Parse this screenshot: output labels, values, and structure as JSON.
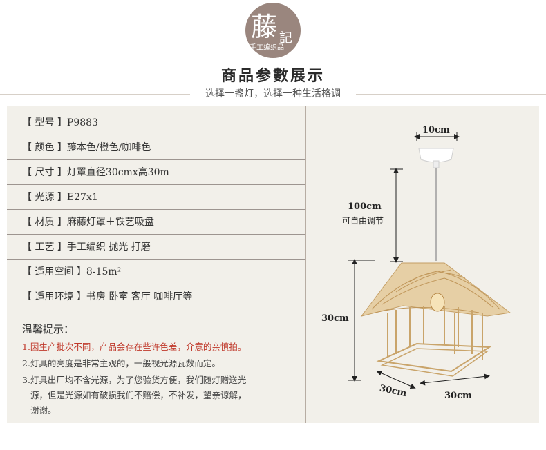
{
  "logo": {
    "main": "藤",
    "side": "記",
    "sub": "手工编织品"
  },
  "header": {
    "title": "商品参數展示",
    "subtitle": "选择一盏灯，选择一种生活格调"
  },
  "specs": [
    {
      "label": "【 型号 】",
      "value": "P9883"
    },
    {
      "label": "【 颜色 】",
      "value": "藤本色/橙色/咖啡色"
    },
    {
      "label": "【 尺寸 】",
      "value": "灯罩直径30cmx高30m"
    },
    {
      "label": "【 光源 】",
      "value": "E27x1"
    },
    {
      "label": "【 材质 】",
      "value": "麻藤灯罩＋铁艺吸盘"
    },
    {
      "label": "【 工艺 】",
      "value": "手工编织 抛光 打磨"
    },
    {
      "label": "【 适用空间 】",
      "value": "8-15m²"
    },
    {
      "label": "【 适用环境 】",
      "value": "书房 卧室 客厅 咖啡厅等"
    }
  ],
  "notes": {
    "title": "温馨提示：",
    "items": [
      "1.因生产批次不同，产品会存在些许色差，介意的亲慎拍。",
      "2.灯具的亮度是非常主观的，一般视光源瓦数而定。",
      "3.灯具出厂均不含光源，为了您验货方便，我们随灯赠送光",
      "源，但是光源如有破损我们不赔偿，不补发，望亲谅解，",
      "谢谢。"
    ]
  },
  "dimensions": {
    "canopy": "10cm",
    "cord": "100cm",
    "cord_note": "可自由调节",
    "height": "30cm",
    "depth": "30cm",
    "width": "30cm"
  },
  "colors": {
    "panel_bg": "#f2f0ea",
    "logo_bg": "#9a867e",
    "rattan": "#d9b98a",
    "note_red": "#c0392b"
  }
}
